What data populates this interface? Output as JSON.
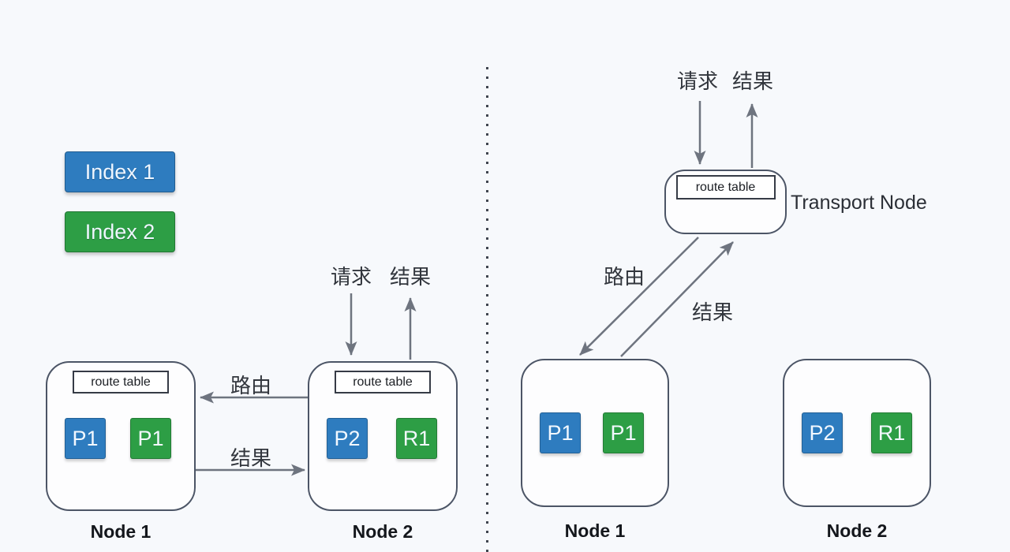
{
  "colors": {
    "background": "#f7f9fc",
    "index1_blue": "#2e7cbf",
    "index2_green": "#2d9e45",
    "node_border": "#4c5566",
    "arrow_gray": "#6e747f",
    "text_dark": "#32363d"
  },
  "legend": {
    "items": [
      {
        "label": "Index 1",
        "color": "#2e7cbf"
      },
      {
        "label": "Index 2",
        "color": "#2d9e45"
      }
    ]
  },
  "left": {
    "top_arrows": {
      "request": "请求",
      "result": "结果"
    },
    "between_arrows": {
      "route": "路由",
      "result": "结果"
    },
    "node1": {
      "route_table": "route table",
      "shards": [
        {
          "label": "P1",
          "color": "#2e7cbf"
        },
        {
          "label": "P1",
          "color": "#2d9e45"
        }
      ],
      "caption": "Node 1"
    },
    "node2": {
      "route_table": "route table",
      "shards": [
        {
          "label": "P2",
          "color": "#2e7cbf"
        },
        {
          "label": "R1",
          "color": "#2d9e45"
        }
      ],
      "caption": "Node 2"
    }
  },
  "right": {
    "top_arrows": {
      "request": "请求",
      "result": "结果"
    },
    "diag_arrows": {
      "route": "路由",
      "result": "结果"
    },
    "transport": {
      "route_table": "route table",
      "label": "Transport Node"
    },
    "node1": {
      "shards": [
        {
          "label": "P1",
          "color": "#2e7cbf"
        },
        {
          "label": "P1",
          "color": "#2d9e45"
        }
      ],
      "caption": "Node 1"
    },
    "node2": {
      "shards": [
        {
          "label": "P2",
          "color": "#2e7cbf"
        },
        {
          "label": "R1",
          "color": "#2d9e45"
        }
      ],
      "caption": "Node 2"
    }
  }
}
